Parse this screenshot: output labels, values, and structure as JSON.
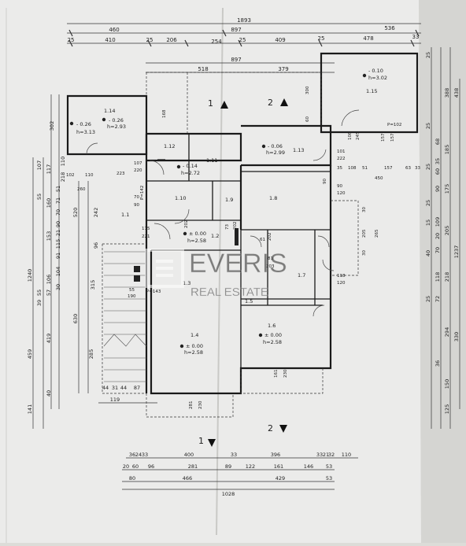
{
  "top_dims": {
    "row1": [
      "1893"
    ],
    "row2": [
      "460",
      "897",
      "536"
    ],
    "row3": [
      "25",
      "410",
      "25",
      "206",
      "254",
      "25",
      "409",
      "25",
      "478",
      "33"
    ],
    "row4": [
      "897"
    ],
    "row5": [
      "518",
      "379"
    ]
  },
  "bottom_dims": {
    "row1": [
      "36",
      "24",
      "33",
      "400",
      "33",
      "396",
      "33",
      "21",
      "32",
      "110"
    ],
    "row2": [
      "20",
      "60",
      "96",
      "281",
      "89",
      "122",
      "161",
      "146",
      "53"
    ],
    "row3": [
      "80",
      "466",
      "429",
      "53"
    ],
    "row4": [
      "1028"
    ],
    "lower_left": [
      "44",
      "31",
      "44",
      "87",
      "119"
    ]
  },
  "left_dims": {
    "outer": [
      "1240",
      "459",
      "141"
    ],
    "middle": [
      "520",
      "630"
    ],
    "inner_a": [
      "242",
      "96",
      "315",
      "285"
    ],
    "inner_b": [
      "302",
      "107",
      "117",
      "55",
      "160",
      "153",
      "39",
      "419",
      "40"
    ],
    "inner_c": [
      "110",
      "218",
      "51",
      "71",
      "70",
      "90",
      "21",
      "115",
      "91",
      "104",
      "106",
      "30",
      "57",
      "55"
    ]
  },
  "right_dims": {
    "outer": [
      "1237"
    ],
    "col1": [
      "388",
      "438",
      "185",
      "175",
      "205",
      "218",
      "294",
      "150",
      "125"
    ],
    "col2": [
      "68",
      "60",
      "90",
      "109",
      "118",
      "330"
    ],
    "col3": [
      "25",
      "25",
      "25",
      "25",
      "35",
      "15",
      "20",
      "40",
      "25",
      "70",
      "72",
      "36"
    ]
  },
  "rooms": [
    {
      "id": "1.14",
      "level": "- 0.26",
      "height": "h=3.13"
    },
    {
      "id": "",
      "level": "- 0.26",
      "height": "h=2.93"
    },
    {
      "id": "1.15",
      "level": "- 0.10",
      "height": "h=3.02"
    },
    {
      "id": "1.12",
      "level": "",
      "height": ""
    },
    {
      "id": "1.11",
      "level": "- 0.14",
      "height": "h=2.72"
    },
    {
      "id": "1.13",
      "level": "- 0.06",
      "height": "h=2.99"
    },
    {
      "id": "1.10",
      "level": "",
      "height": ""
    },
    {
      "id": "1.9",
      "level": "",
      "height": ""
    },
    {
      "id": "1.8",
      "level": "",
      "height": ""
    },
    {
      "id": "1.1",
      "level": "",
      "height": ""
    },
    {
      "id": "1.2",
      "level": "± 0.00",
      "height": "h=2.58"
    },
    {
      "id": "1.5",
      "level": "",
      "height": ""
    },
    {
      "id": "1.7",
      "level": "",
      "height": ""
    },
    {
      "id": "1.3",
      "level": "",
      "height": ""
    },
    {
      "id": "1.4",
      "level": "± 0.00",
      "height": "h=2.58"
    },
    {
      "id": "1.6",
      "level": "± 0.00",
      "height": "h=2.58"
    }
  ],
  "openings": [
    "168",
    "60",
    "300",
    "108",
    "245",
    "157",
    "157",
    "P=102",
    "101",
    "222",
    "35",
    "108",
    "51",
    "157",
    "63",
    "33",
    "450",
    "107",
    "220",
    "102",
    "110",
    "223",
    "260",
    "90",
    "120",
    "70",
    "90",
    "P=142",
    "115",
    "221",
    "202",
    "73",
    "202",
    "61",
    "202",
    "81",
    "203",
    "P=143",
    "55",
    "190",
    "90",
    "118",
    "120",
    "205",
    "265",
    "30",
    "30",
    "161",
    "230",
    "281",
    "230"
  ],
  "section_markers": [
    {
      "label": "1"
    },
    {
      "label": "2"
    },
    {
      "label": "1"
    },
    {
      "label": "2"
    }
  ],
  "watermark": {
    "brand": "EVERIS",
    "sub": "REAL ESTATE"
  }
}
